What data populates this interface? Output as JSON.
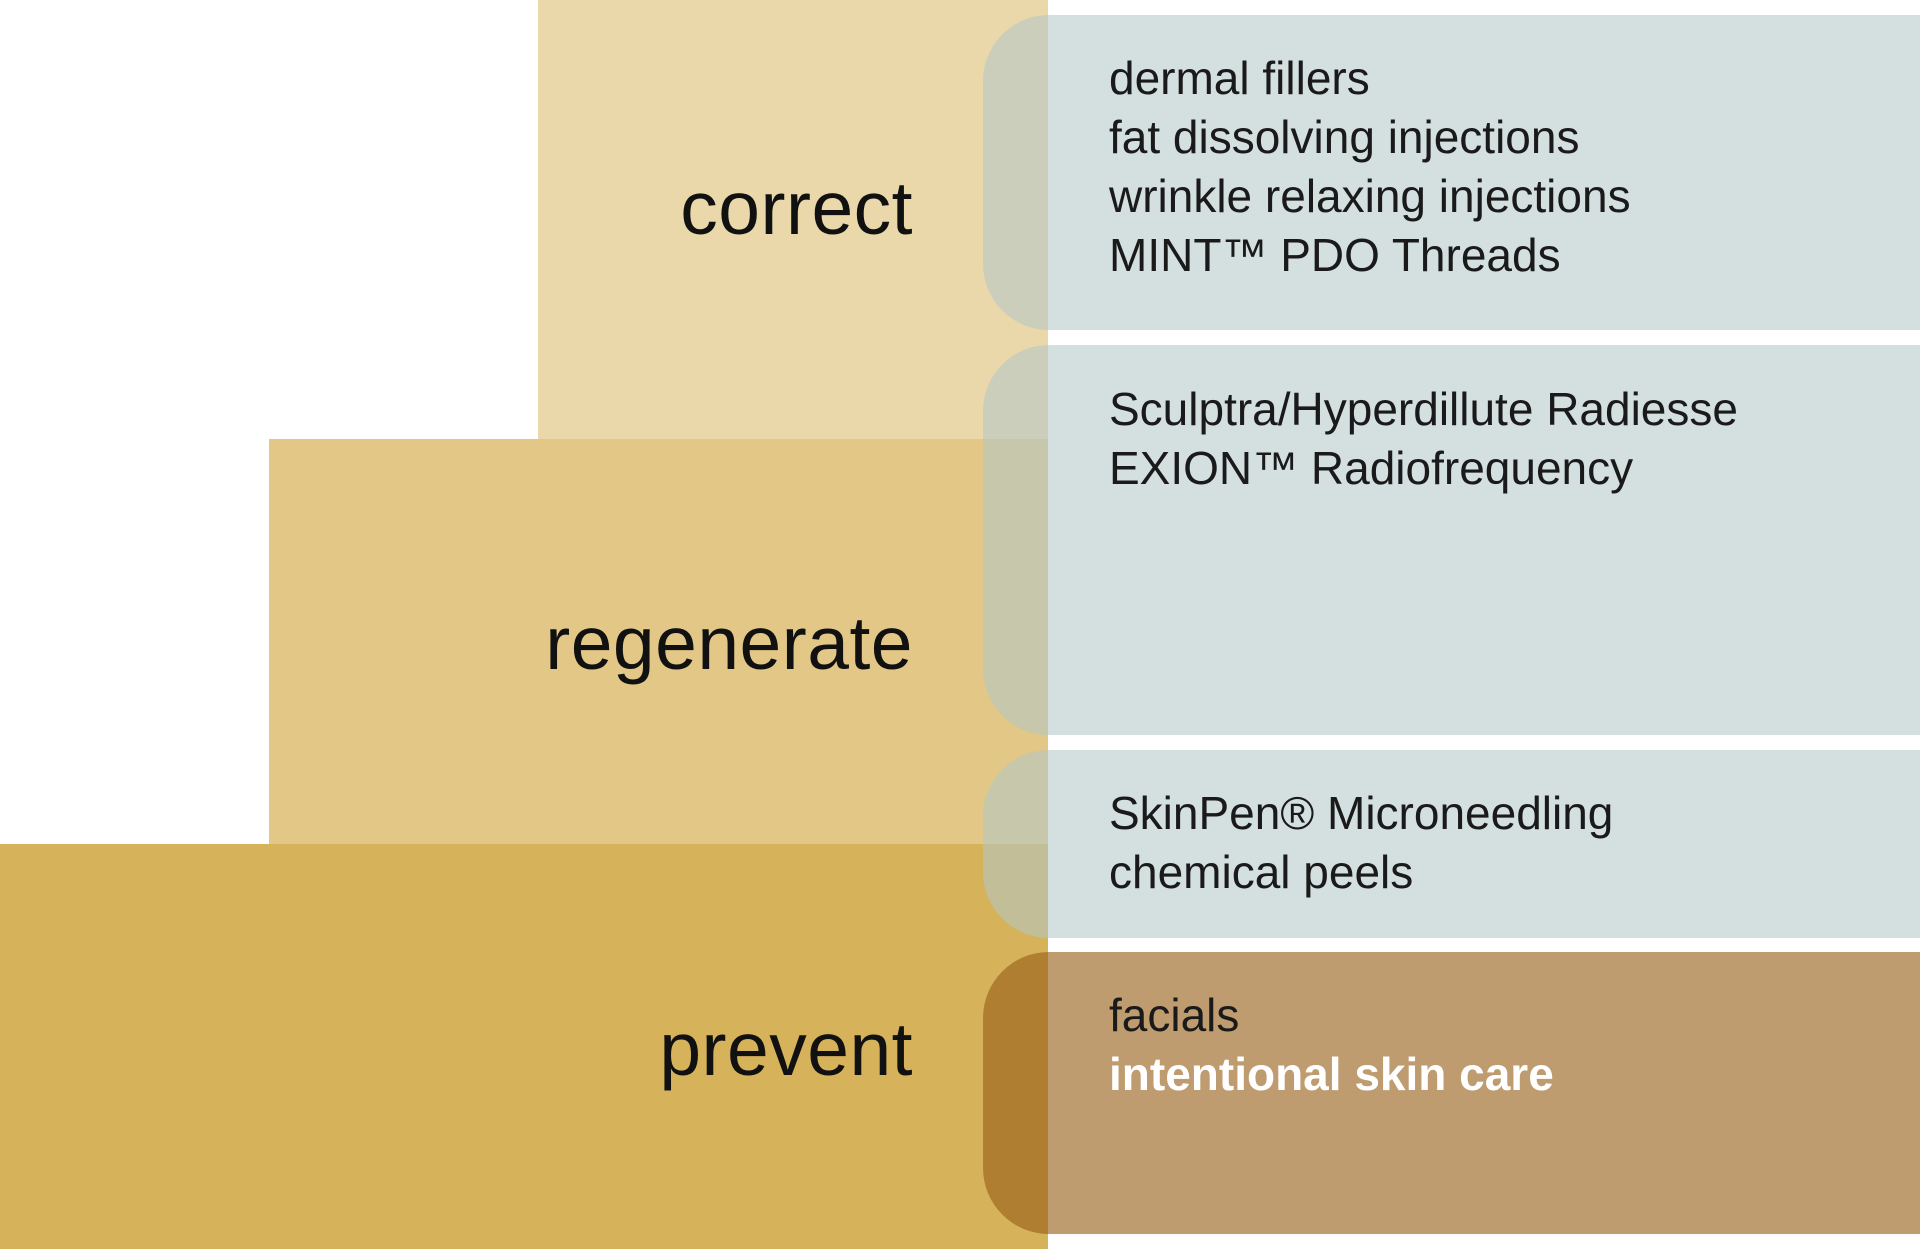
{
  "colors": {
    "correct_tier": "#ead8ab",
    "regenerate_tier": "#e2c787",
    "prevent_tier": "#d6b25b",
    "treatment_panel": "#b4c6c6",
    "skin_care_panel": "#985d18",
    "highlight_text": "#ffffff"
  },
  "tiers": {
    "correct": {
      "label": "correct",
      "treatments": [
        "dermal fillers",
        "fat dissolving injections",
        "wrinkle relaxing injections",
        "MINT™ PDO Threads"
      ]
    },
    "regenerate": {
      "label": "regenerate",
      "treatments": [
        "Sculptra/Hyperdillute Radiesse",
        "EXION™ Radiofrequency"
      ]
    },
    "prevent": {
      "label": "prevent",
      "treatments": [
        "SkinPen® Microneedling",
        "chemical peels"
      ],
      "skin_care": [
        "facials",
        "intentional skin care"
      ]
    }
  }
}
